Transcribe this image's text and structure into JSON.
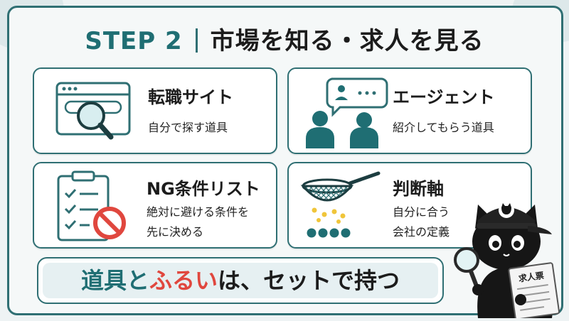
{
  "header": {
    "step": "STEP 2",
    "title": "市場を知る・求人を見る"
  },
  "cards": [
    {
      "title": "転職サイト",
      "desc_lines": [
        "自分で探す道具"
      ],
      "icon": "browser-search-icon"
    },
    {
      "title": "エージェント",
      "desc_lines": [
        "紹介してもらう道具"
      ],
      "icon": "agent-people-icon"
    },
    {
      "title": "NG条件リスト",
      "desc_lines": [
        "絶対に避ける条件を",
        "先に決める"
      ],
      "icon": "checklist-prohibited-icon"
    },
    {
      "title": "判断軸",
      "desc_lines": [
        "自分に合う",
        "会社の定義"
      ],
      "icon": "sieve-icon"
    }
  ],
  "banner": {
    "part1": "道具と",
    "part2": "ふるい",
    "part3": "は、セットで持つ"
  },
  "mascot": {
    "doc_label": "求人票",
    "icon": "cat-mascot-icon"
  },
  "colors": {
    "teal": "#1f6e73",
    "border": "#2f6f73",
    "accent_red": "#e0473e",
    "yellow": "#f0c53a"
  }
}
